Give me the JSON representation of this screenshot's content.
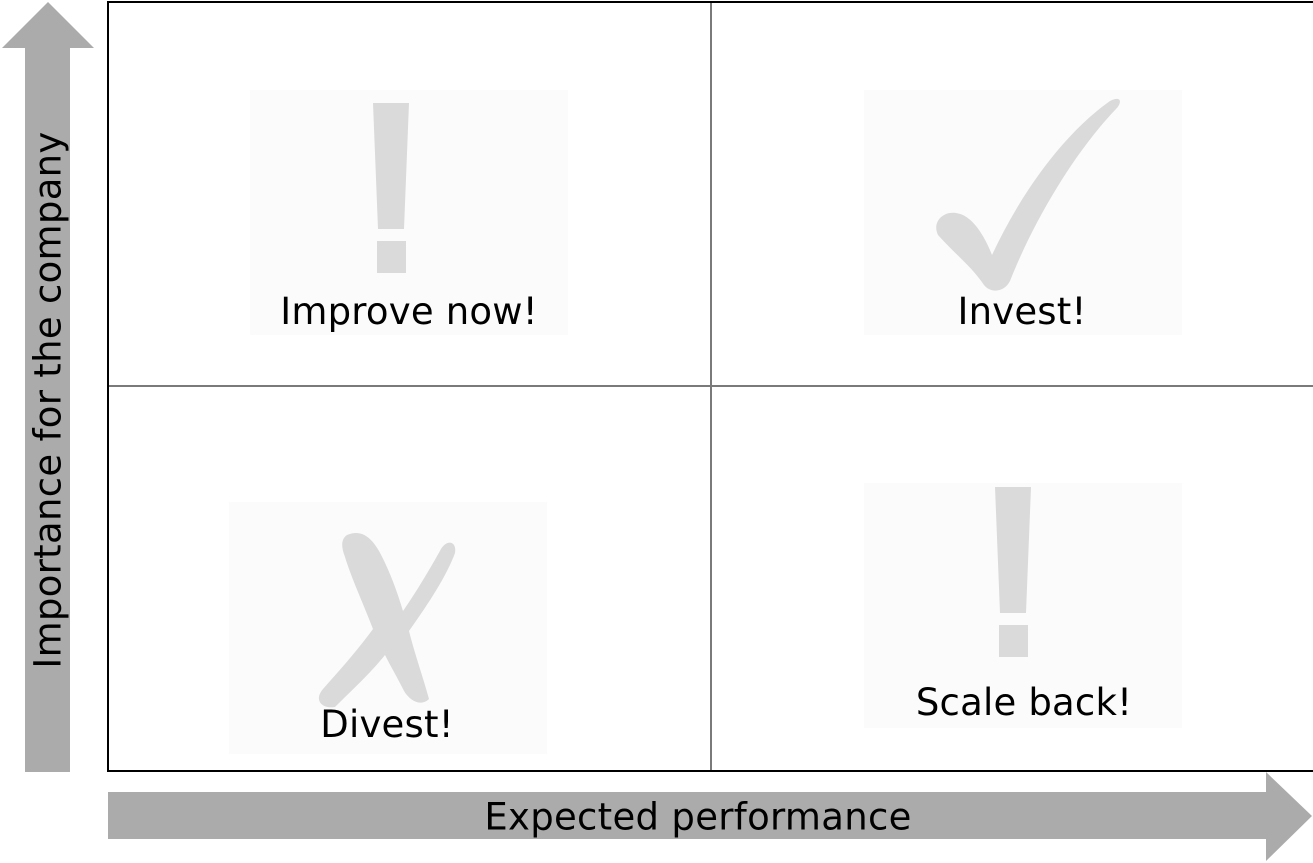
{
  "axes": {
    "y_label": "Importance for the company",
    "x_label": "Expected performance",
    "arrow_color": "#ababab"
  },
  "quadrants": {
    "top_left": {
      "label": "Improve now!",
      "icon": "exclamation-icon"
    },
    "top_right": {
      "label": "Invest!",
      "icon": "checkmark-icon"
    },
    "bottom_left": {
      "label": "Divest!",
      "icon": "cross-icon"
    },
    "bottom_right": {
      "label": "Scale back!",
      "icon": "exclamation-icon"
    }
  },
  "colors": {
    "icon": "#dadada",
    "grid_line": "#7a7a7a",
    "border": "#000000"
  }
}
